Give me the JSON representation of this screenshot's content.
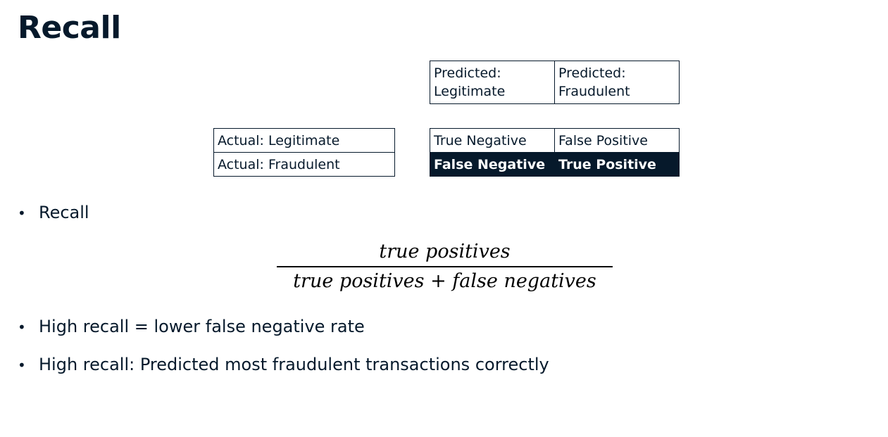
{
  "title": "Recall",
  "confusion_matrix": {
    "predicted_headers": [
      "Predicted: Legitimate",
      "Predicted: Fraudulent"
    ],
    "actual_labels": [
      "Actual: Legitimate",
      "Actual: Fraudulent"
    ],
    "cells": [
      [
        "True Negative",
        "False Positive"
      ],
      [
        "False Negative",
        "True Positive"
      ]
    ],
    "highlighted_row": "Actual: Fraudulent"
  },
  "bullets": {
    "first": "Recall",
    "second": "High recall = lower false negative rate",
    "third": "High recall: Predicted most fraudulent transactions correctly"
  },
  "formula": {
    "numerator": "true positives",
    "denominator": "true positives + false negatives"
  },
  "colors": {
    "text": "#06192b",
    "highlight_bg": "#06192b",
    "highlight_text": "#ffffff"
  }
}
